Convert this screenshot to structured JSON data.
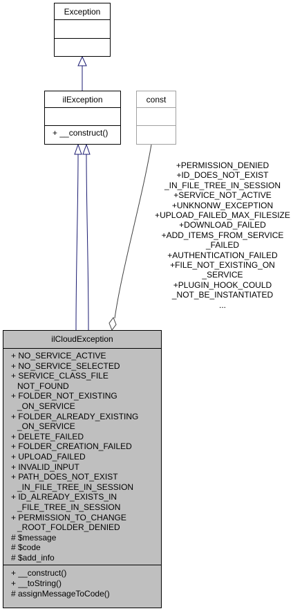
{
  "classes": {
    "exception": {
      "name": "Exception"
    },
    "il_exception": {
      "name": "ilException",
      "methods": [
        "+ __construct()"
      ]
    },
    "const": {
      "name": "const"
    },
    "il_cloud_exception": {
      "name": "ilCloudException",
      "attributes": [
        "+ NO_SERVICE_ACTIVE",
        "+ NO_SERVICE_SELECTED",
        "+ SERVICE_CLASS_FILE",
        "NOT_FOUND",
        "+ FOLDER_NOT_EXISTING",
        "_ON_SERVICE",
        "+ FOLDER_ALREADY_EXISTING",
        "_ON_SERVICE",
        "+ DELETE_FAILED",
        "+ FOLDER_CREATION_FAILED",
        "+ UPLOAD_FAILED",
        "+ INVALID_INPUT",
        "+ PATH_DOES_NOT_EXIST",
        "_IN_FILE_TREE_IN_SESSION",
        "+ ID_ALREADY_EXISTS_IN",
        "_FILE_TREE_IN_SESSION",
        "+ PERMISSION_TO_CHANGE",
        "_ROOT_FOLDER_DENIED",
        "# $message",
        "# $code",
        "# $add_info"
      ],
      "methods": [
        "+ __construct()",
        "+ __toString()",
        "# assignMessageToCode()"
      ]
    }
  },
  "edge_label": [
    "+PERMISSION_DENIED",
    "+ID_DOES_NOT_EXIST",
    "_IN_FILE_TREE_IN_SESSION",
    "+SERVICE_NOT_ACTIVE",
    "+UNKNONW_EXCEPTION",
    "+UPLOAD_FAILED_MAX_FILESIZE",
    "+DOWNLOAD_FAILED",
    "+ADD_ITEMS_FROM_SERVICE",
    "_FAILED",
    "+AUTHENTICATION_FAILED",
    "+FILE_NOT_EXISTING_ON",
    "_SERVICE",
    "+PLUGIN_HOOK_COULD",
    "_NOT_BE_INSTANTIATED",
    "..."
  ],
  "colors": {
    "inheritance_edge": "#191970",
    "usage_edge": "#404040",
    "main_class_fill": "#bfbfbf",
    "const_border": "#a0a0a0"
  }
}
